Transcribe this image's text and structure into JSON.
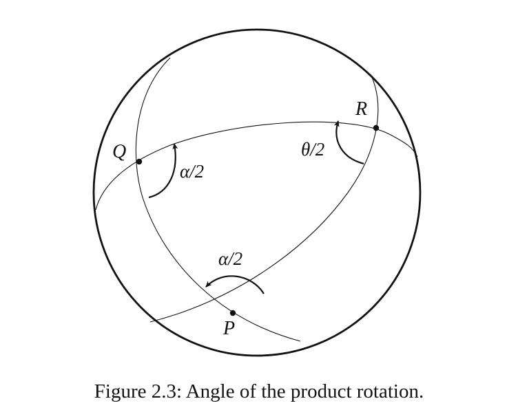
{
  "figure": {
    "caption": "Figure 2.3: Angle of the product rotation.",
    "labels": {
      "point_q": "Q",
      "point_r": "R",
      "point_p": "P",
      "angle_theta_half": "θ/2",
      "angle_alpha_half_top": "α/2",
      "angle_alpha_half_bottom": "α/2"
    },
    "colors": {
      "ink": "#111111",
      "background": "#ffffff"
    }
  }
}
